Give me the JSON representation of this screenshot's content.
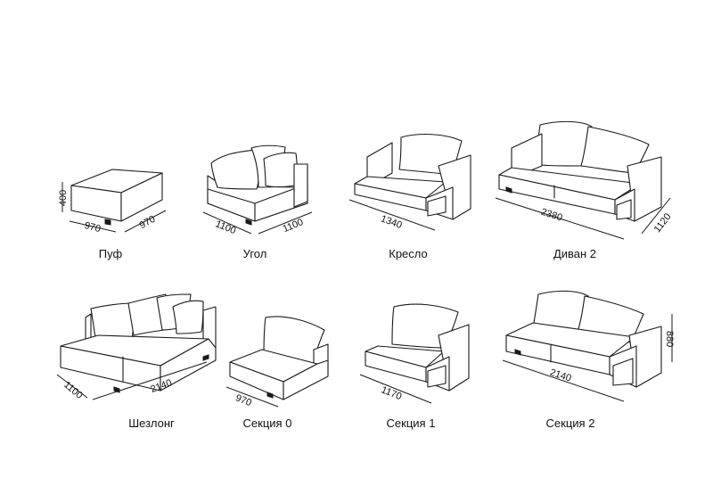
{
  "modules": [
    {
      "id": "puf",
      "name": "Пуф",
      "dims": [
        "400",
        "970",
        "970"
      ]
    },
    {
      "id": "ugol",
      "name": "Угол",
      "dims": [
        "1100",
        "1100"
      ]
    },
    {
      "id": "kreslo",
      "name": "Кресло",
      "dims": [
        "1340"
      ]
    },
    {
      "id": "divan2",
      "name": "Диван 2",
      "dims": [
        "2380",
        "1120"
      ]
    },
    {
      "id": "sheslong",
      "name": "Шезлонг",
      "dims": [
        "1100",
        "2140"
      ]
    },
    {
      "id": "sekciya0",
      "name": "Секция 0",
      "dims": [
        "970"
      ]
    },
    {
      "id": "sekciya1",
      "name": "Секция 1",
      "dims": [
        "1170"
      ]
    },
    {
      "id": "sekciya2",
      "name": "Секция 2",
      "dims": [
        "2140",
        "880"
      ]
    }
  ]
}
